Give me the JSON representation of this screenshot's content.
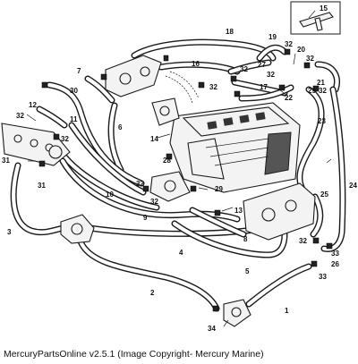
{
  "caption": "MercuryPartsOnline v2.5.1 (Image Copyright- Mercury Marine)",
  "callouts": {
    "c1": "1",
    "c2": "2",
    "c3": "3",
    "c4": "4",
    "c5": "5",
    "c6": "6",
    "c7": "7",
    "c8": "8",
    "c9": "9",
    "c10": "10",
    "c11": "11",
    "c12": "12",
    "c13": "13",
    "c14": "14",
    "c15": "15",
    "c16": "16",
    "c17": "17",
    "c18": "18",
    "c19": "19",
    "c20": "20",
    "c21": "21",
    "c22": "22",
    "c23": "23",
    "c24": "24",
    "c25": "25",
    "c26": "26",
    "c27": "27",
    "c28": "28",
    "c29": "29",
    "c30": "30",
    "c31": "31",
    "c32": "32",
    "c33": "33",
    "c34": "34"
  }
}
